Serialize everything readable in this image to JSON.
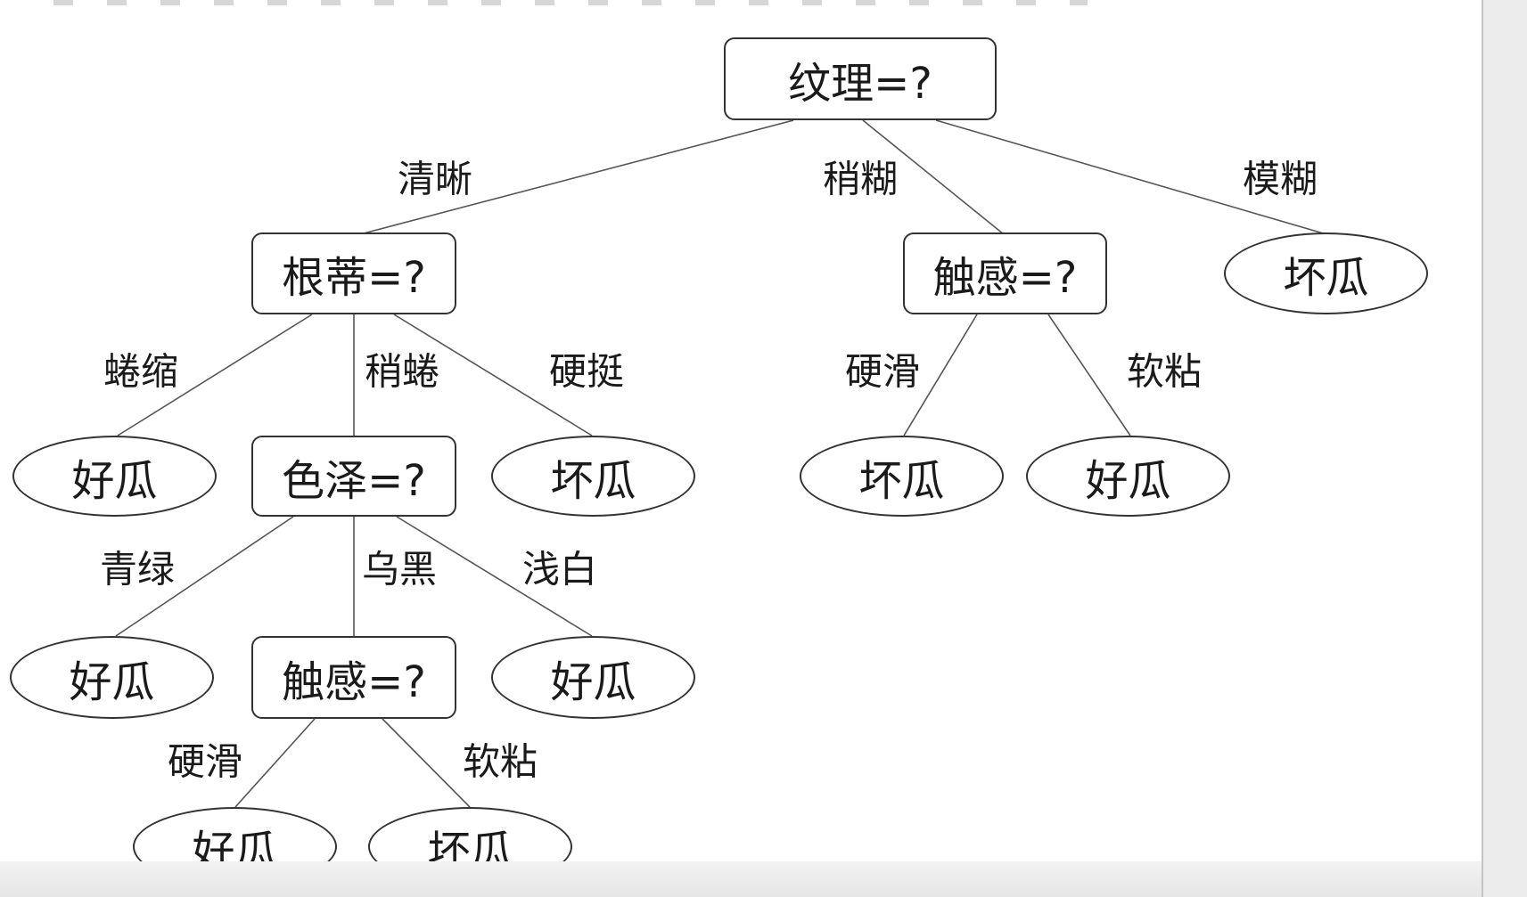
{
  "tree": {
    "nodes": [
      {
        "id": "root",
        "kind": "test",
        "label": "纹理=?"
      },
      {
        "id": "gendi",
        "kind": "test",
        "label": "根蒂=?"
      },
      {
        "id": "chugan1",
        "kind": "test",
        "label": "触感=?"
      },
      {
        "id": "leaf_mohu",
        "kind": "leaf",
        "label": "坏瓜"
      },
      {
        "id": "leaf_quansuo",
        "kind": "leaf",
        "label": "好瓜"
      },
      {
        "id": "seze",
        "kind": "test",
        "label": "色泽=?"
      },
      {
        "id": "leaf_yingting",
        "kind": "leaf",
        "label": "坏瓜"
      },
      {
        "id": "leaf_c1_yinghua",
        "kind": "leaf",
        "label": "坏瓜"
      },
      {
        "id": "leaf_c1_ruannian",
        "kind": "leaf",
        "label": "好瓜"
      },
      {
        "id": "leaf_qinglv",
        "kind": "leaf",
        "label": "好瓜"
      },
      {
        "id": "chugan2",
        "kind": "test",
        "label": "触感=?"
      },
      {
        "id": "leaf_qianbai",
        "kind": "leaf",
        "label": "好瓜"
      },
      {
        "id": "leaf_c2_yinghua",
        "kind": "leaf",
        "label": "好瓜"
      },
      {
        "id": "leaf_c2_ruannian",
        "kind": "leaf",
        "label": "坏瓜"
      }
    ],
    "edges": [
      {
        "from": "root",
        "to": "gendi",
        "label": "清晰"
      },
      {
        "from": "root",
        "to": "chugan1",
        "label": "稍糊"
      },
      {
        "from": "root",
        "to": "leaf_mohu",
        "label": "模糊"
      },
      {
        "from": "gendi",
        "to": "leaf_quansuo",
        "label": "蜷缩"
      },
      {
        "from": "gendi",
        "to": "seze",
        "label": "稍蜷"
      },
      {
        "from": "gendi",
        "to": "leaf_yingting",
        "label": "硬挺"
      },
      {
        "from": "chugan1",
        "to": "leaf_c1_yinghua",
        "label": "硬滑"
      },
      {
        "from": "chugan1",
        "to": "leaf_c1_ruannian",
        "label": "软粘"
      },
      {
        "from": "seze",
        "to": "leaf_qinglv",
        "label": "青绿"
      },
      {
        "from": "seze",
        "to": "chugan2",
        "label": "乌黑"
      },
      {
        "from": "seze",
        "to": "leaf_qianbai",
        "label": "浅白"
      },
      {
        "from": "chugan2",
        "to": "leaf_c2_yinghua",
        "label": "硬滑"
      },
      {
        "from": "chugan2",
        "to": "leaf_c2_ruannian",
        "label": "软粘"
      }
    ]
  }
}
